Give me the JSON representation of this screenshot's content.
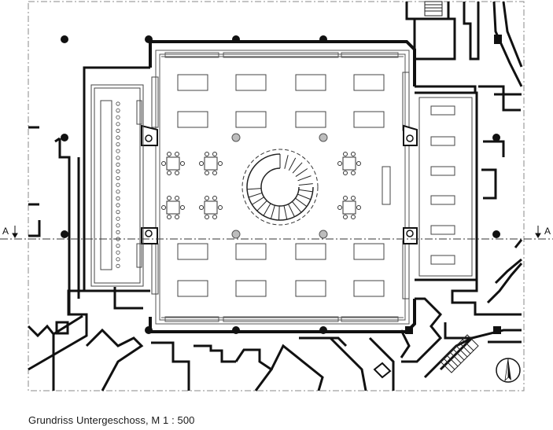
{
  "caption": "Grundriss Untergeschoss, M 1 : 500",
  "section_marker": {
    "left_label": "A",
    "right_label": "A"
  },
  "icons": {
    "north_arrow": "north-arrow-icon",
    "spiral_stair": "spiral-stair-icon",
    "stair": "stair-icon"
  },
  "colors": {
    "wall": "#111111",
    "column_gray": "#bdbdbd",
    "frame": "#777777"
  }
}
